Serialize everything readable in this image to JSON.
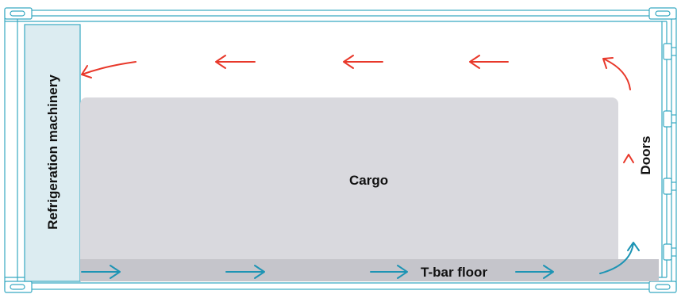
{
  "diagram": {
    "labels": {
      "machinery": "Refrigeration machinery",
      "cargo": "Cargo",
      "floor": "T-bar floor",
      "doors": "Doors"
    },
    "colors": {
      "outline": "#37a9c2",
      "machinery_fill": "#dcecf1",
      "cargo_fill": "#d9d9de",
      "floor_fill": "#c5c5cb",
      "warm_air": "#e8382a",
      "cold_air": "#1d94b4"
    }
  }
}
